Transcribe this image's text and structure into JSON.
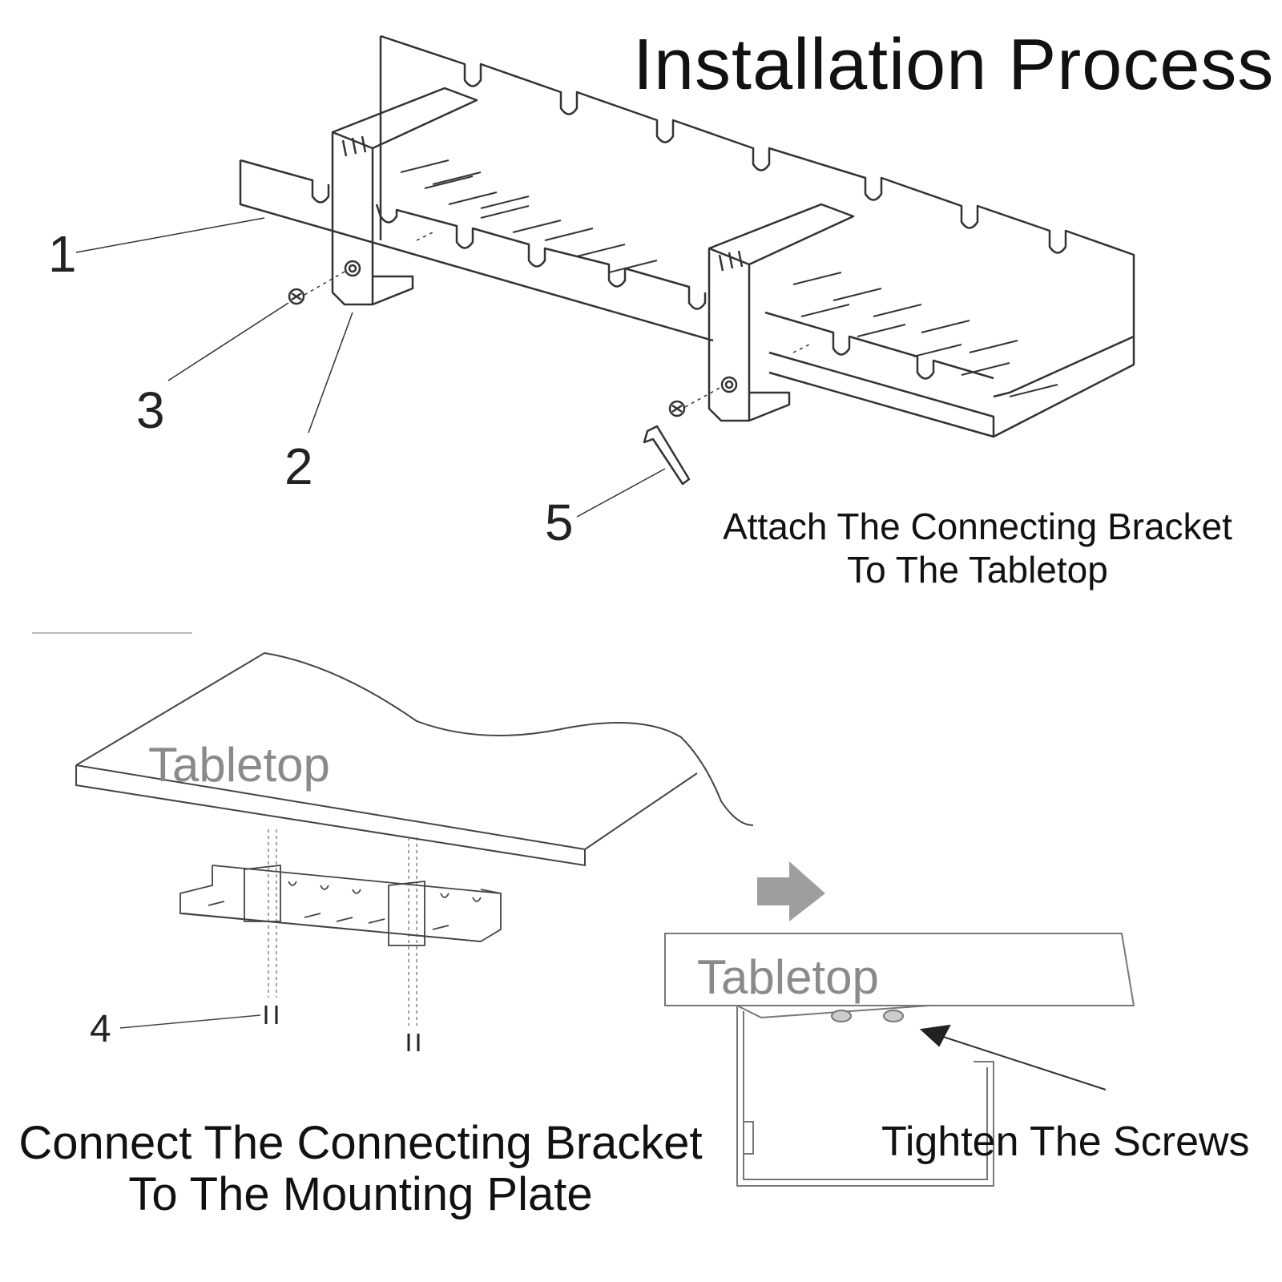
{
  "title": "Installation Process",
  "callouts": {
    "n1": "1",
    "n2": "2",
    "n3": "3",
    "n4": "4",
    "n5": "5"
  },
  "captions": {
    "attach_line1": "Attach The Connecting Bracket",
    "attach_line2": "To The Tabletop",
    "connect_line1": "Connect The Connecting Bracket",
    "connect_line2": "To The Mounting Plate",
    "tighten": "Tighten The Screws"
  },
  "labels": {
    "tabletop_left": "Tabletop",
    "tabletop_right": "Tabletop"
  },
  "colors": {
    "line": "#333333",
    "light_line": "#999999",
    "arrow_fill": "#9e9e9e",
    "label_gray": "#8a8a8a"
  }
}
